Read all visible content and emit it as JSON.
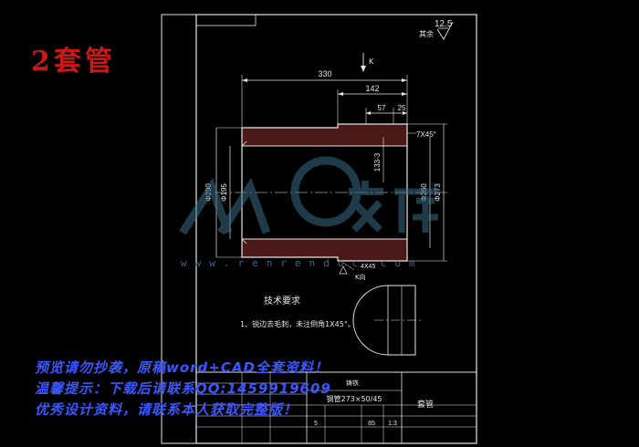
{
  "overlay": {
    "red_title": "2套管",
    "promo_lines": [
      "预览请勿抄袭，原稿word+CAD全套资料！",
      "温馨提示：下载后请联系QQ:1459919609",
      "优秀设计资料，请联系本人获取完整版！"
    ],
    "watermark_text": "www.renrendoc.com"
  },
  "drawing": {
    "roughness_value": "12.5",
    "roughness_label": "其余",
    "section_label_top": "K",
    "section_label_bottom": "K向",
    "dimensions": {
      "total_length": "330",
      "step_length": "142",
      "seg_57": "57",
      "seg_25": "25",
      "inner_len": "133-3",
      "chamfer_right": "7X45°",
      "chamfer_bottom": "4X45",
      "dia_left_outer": "Φ290",
      "dia_left_inner": "Φ195",
      "dia_right_inner": "Φ260",
      "dia_right_outer": "Φ273"
    },
    "tech_req_title": "技术要求",
    "tech_req_item": "1、锐边去毛刺，未注倒角1X45°。"
  },
  "title_block": {
    "material_label": "铸铁",
    "spec": "钢管273×50/45",
    "part_name": "套管",
    "scale": "1:3",
    "quantity": "85",
    "sheet": "5"
  }
}
